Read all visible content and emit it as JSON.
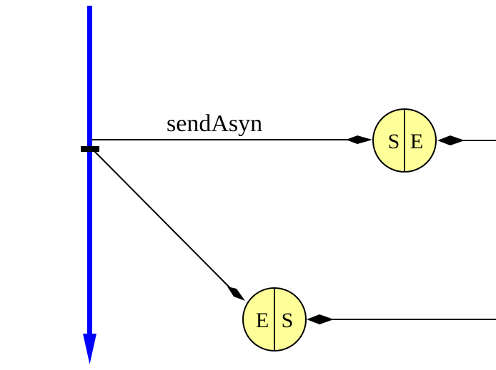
{
  "colors": {
    "lifeline": "#0000ff",
    "node_fill": "#ffff99",
    "stroke": "#000000",
    "background": "#ffffff"
  },
  "message": {
    "label": "sendAsyn"
  },
  "node_top": {
    "left": "S",
    "right": "E"
  },
  "node_bottom": {
    "left": "E",
    "right": "S"
  }
}
